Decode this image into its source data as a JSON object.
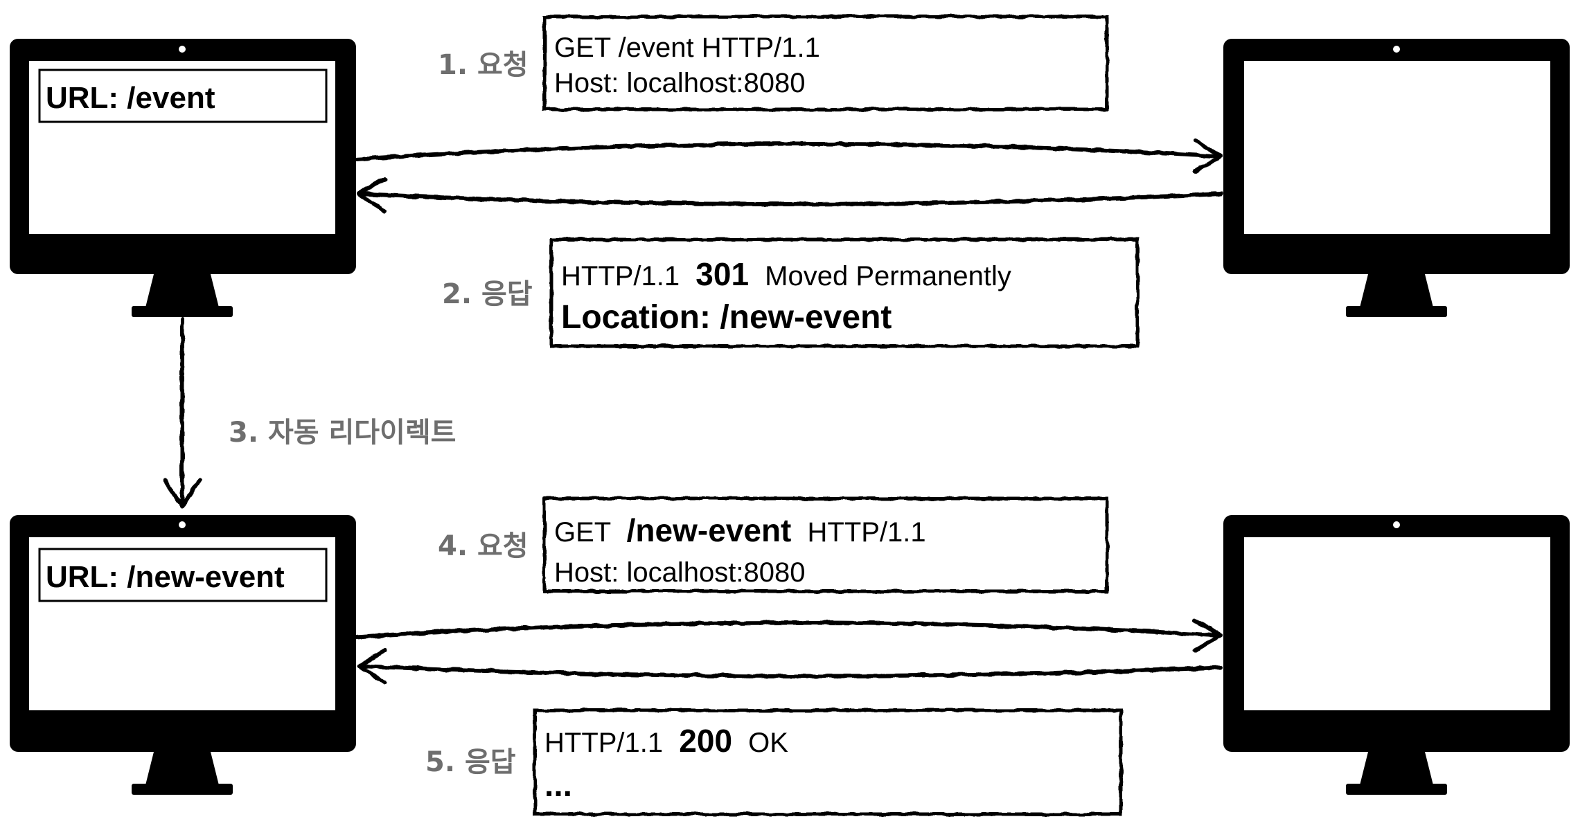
{
  "colors": {
    "ink": "#000000",
    "label": "#6e6e6e",
    "paper": "#ffffff"
  },
  "icons": {
    "client": "monitor-icon",
    "server": "monitor-icon"
  },
  "steps": [
    {
      "label": "1. 요청"
    },
    {
      "label": "2. 응답"
    },
    {
      "label": "3. 자동 리다이렉트"
    },
    {
      "label": "4. 요청"
    },
    {
      "label": "5. 응답"
    }
  ],
  "browsers": [
    {
      "url": "URL: /event"
    },
    {
      "url": "URL: /new-event"
    }
  ],
  "messages": {
    "req1": {
      "line1": "GET /event HTTP/1.1",
      "line2": "Host: localhost:8080"
    },
    "res1": {
      "status_prefix": "HTTP/1.1",
      "status_code": "301",
      "status_text": "Moved Permanently",
      "header": "Location: /new-event"
    },
    "req2": {
      "method": "GET",
      "path": "/new-event",
      "version": "HTTP/1.1",
      "line2": "Host: localhost:8080"
    },
    "res2": {
      "status_prefix": "HTTP/1.1",
      "status_code": "200",
      "status_text": "OK",
      "body": "..."
    }
  }
}
